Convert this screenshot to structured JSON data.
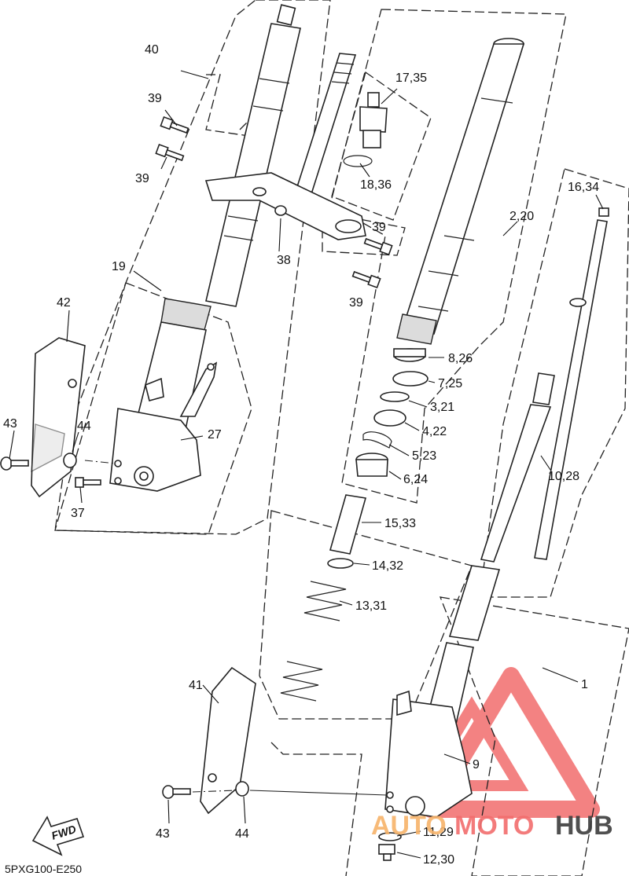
{
  "diagram_code": "5PXG100-E250",
  "fwd_label": "FWD",
  "watermark": {
    "auto": "AUTO",
    "moto": "MOTO",
    "hub": "HUB",
    "accent": "#f26d6d",
    "dark": "#3d3d3d"
  },
  "callouts": {
    "c40": "40",
    "c39a": "39",
    "c39b": "39",
    "c39c": "39",
    "c39d": "39",
    "c17_35": "17,35",
    "c18_36": "18,36",
    "c16_34": "16,34",
    "c2_20": "2,20",
    "c38": "38",
    "c19": "19",
    "c42": "42",
    "c43a": "43",
    "c44a": "44",
    "c27": "27",
    "c37": "37",
    "c8_26": "8,26",
    "c7_25": "7,25",
    "c3_21": "3,21",
    "c4_22": "4,22",
    "c5_23": "5,23",
    "c6_24": "6,24",
    "c10_28": "10,28",
    "c15_33": "15,33",
    "c14_32": "14,32",
    "c13_31": "13,31",
    "c1": "1",
    "c41": "41",
    "c9": "9",
    "c43b": "43",
    "c44b": "44",
    "c11_29": "11,29",
    "c12_30": "12,30"
  }
}
